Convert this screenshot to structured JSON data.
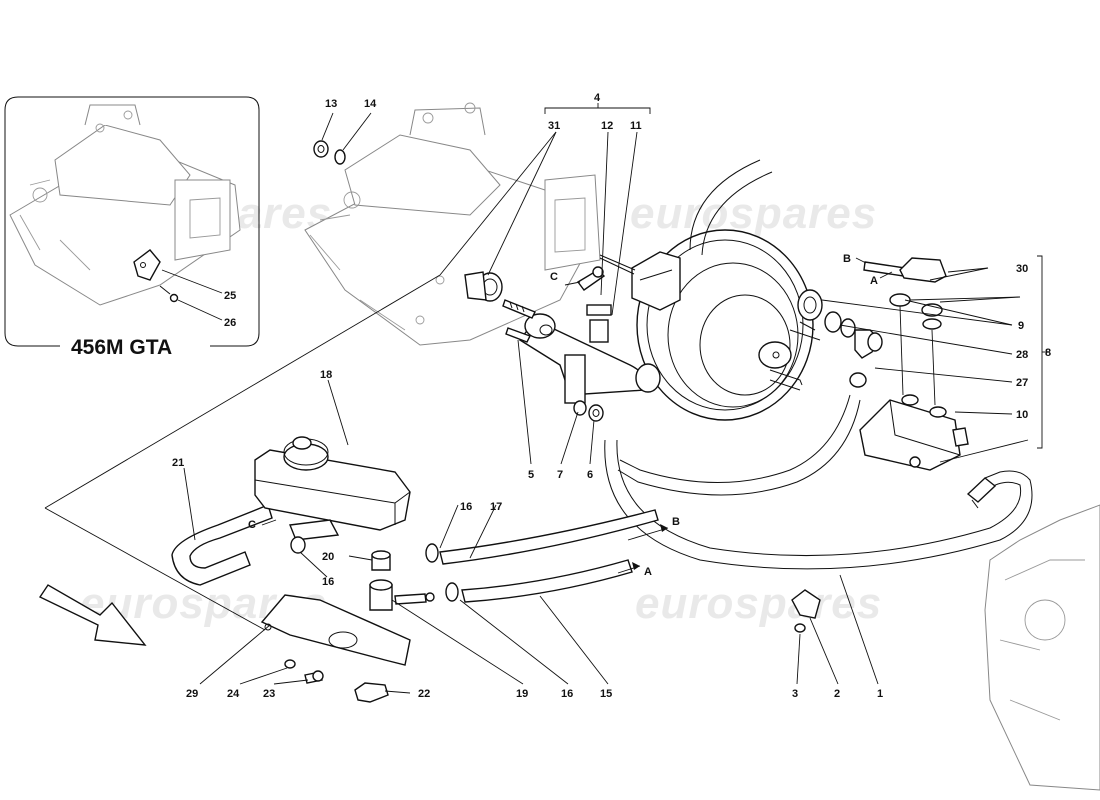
{
  "watermark": "eurospares",
  "inset": {
    "model_label": "456M GTA"
  },
  "labels": {
    "p1": "1",
    "p2": "2",
    "p3": "3",
    "p4": "4",
    "p5": "5",
    "p6": "6",
    "p7": "7",
    "p8": "8",
    "p9": "9",
    "p10": "10",
    "p11": "11",
    "p12": "12",
    "p13": "13",
    "p14": "14",
    "p15": "15",
    "p16a": "16",
    "p16b": "16",
    "p16c": "16",
    "p17": "17",
    "p18": "18",
    "p19": "19",
    "p20": "20",
    "p21": "21",
    "p22": "22",
    "p23": "23",
    "p24": "24",
    "p25": "25",
    "p26": "26",
    "p27": "27",
    "p28": "28",
    "p29": "29",
    "p30": "30",
    "p31": "31"
  },
  "connection_letters": {
    "a_fitting": "A",
    "b_fitting": "B",
    "c_fitting": "C",
    "a_hose": "A",
    "b_hose": "B",
    "c_reservoir": "C"
  }
}
